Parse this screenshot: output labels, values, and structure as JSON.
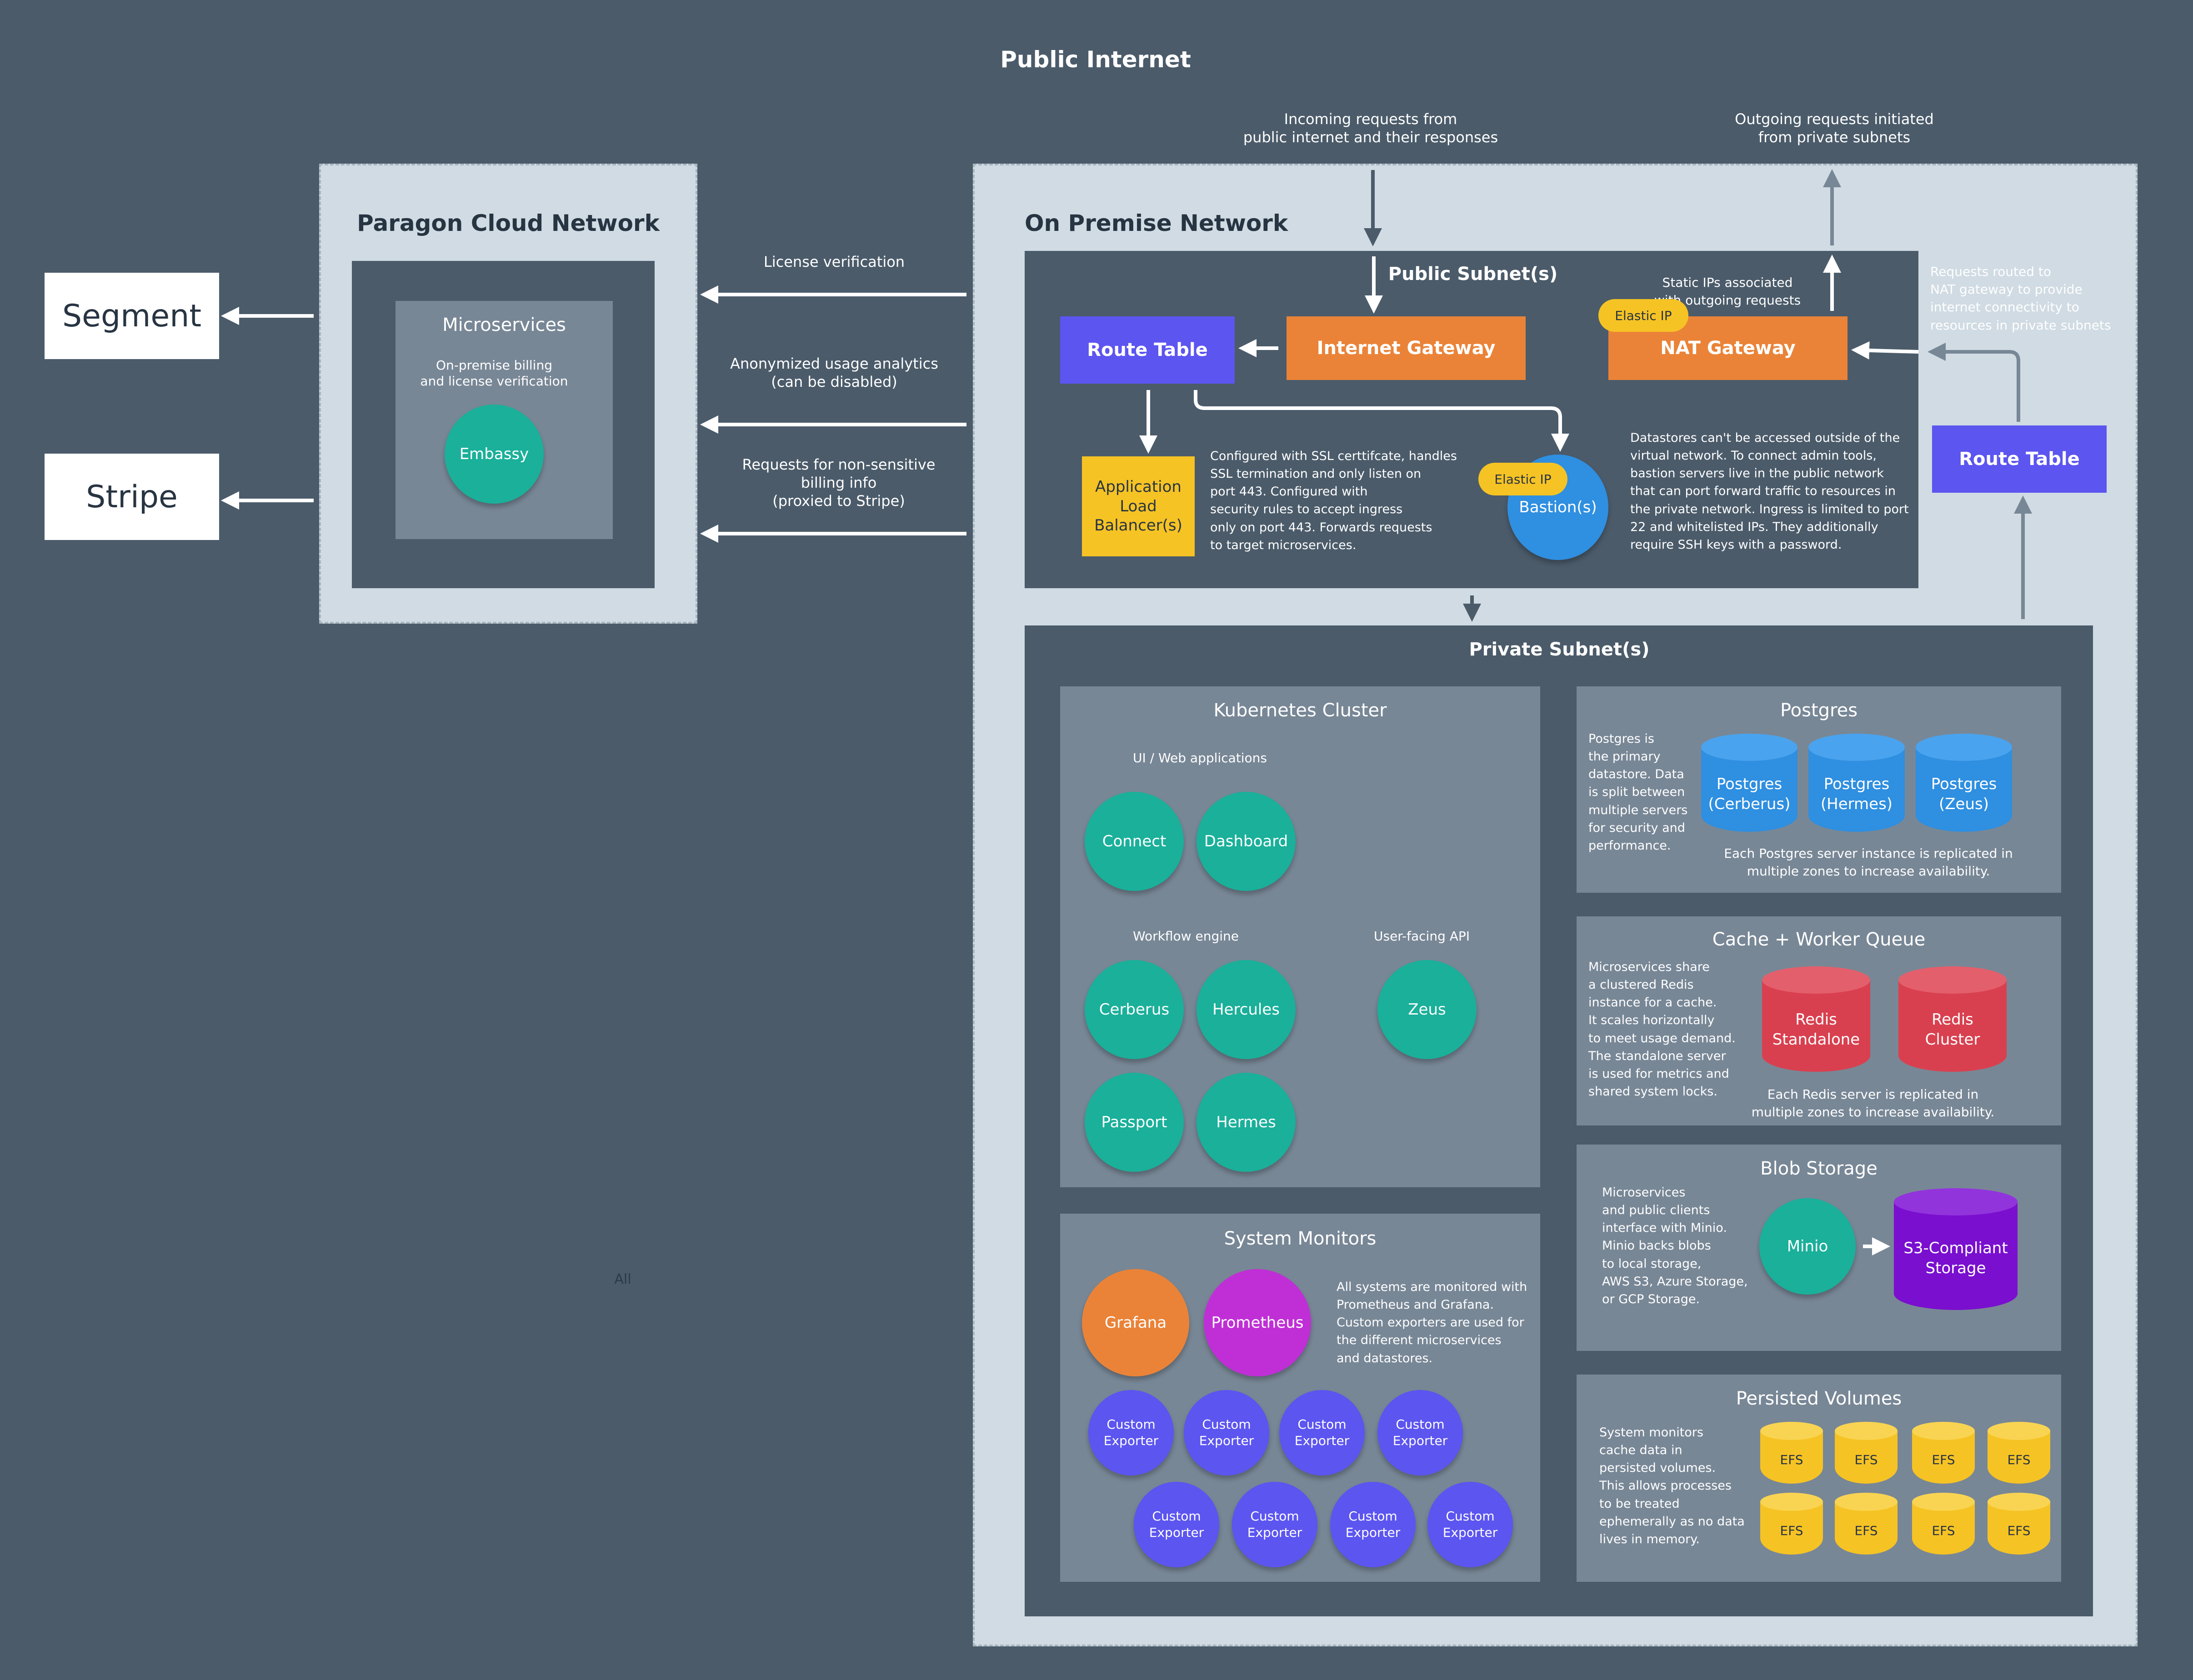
{
  "title": "Public Internet",
  "external": {
    "segment": "Segment",
    "stripe": "Stripe"
  },
  "paragon": {
    "title": "Paragon Cloud Network",
    "microservices_title": "Microservices",
    "microservices_desc": "On-premise billing\nand license verification",
    "embassy": "Embassy"
  },
  "flows": {
    "license": "License verification",
    "analytics": "Anonymized usage analytics\n(can be disabled)",
    "billing": "Requests for non-sensitive\nbilling info\n(proxied to Stripe)"
  },
  "top_notes": {
    "incoming": "Incoming requests from\npublic internet and their responses",
    "outgoing": "Outgoing requests initiated\nfrom private subnets"
  },
  "onprem": {
    "title": "On Premise Network",
    "route_note": "Requests routed to\nNAT gateway to provide\ninternet connectivity to\nresources in private subnets",
    "route_table_right": "Route Table"
  },
  "public_subnet": {
    "title": "Public Subnet(s)",
    "route_table": "Route Table",
    "internet_gateway": "Internet Gateway",
    "nat_gateway": "NAT Gateway",
    "static_ip_note": "Static IPs associated\nwith outgoing requests",
    "elastic_ip": "Elastic IP",
    "alb": "Application\nLoad\nBalancer(s)",
    "alb_desc": "Configured with SSL certtifcate, handles\nSSL termination and only listen on\nport 443. Configured with\nsecurity rules to accept ingress\nonly on port 443. Forwards requests\nto target microservices.",
    "bastion": "Bastion(s)",
    "bastion_elastic_ip": "Elastic IP",
    "datastore_note": "Datastores can't be accessed outside of the\nvirtual network. To connect admin tools,\nbastion servers live in the public network\nthat can port forward traffic to resources in\nthe private network. Ingress is limited to port\n22 and whitelisted IPs. They additionally\nrequire SSH keys with a password."
  },
  "private_subnet": {
    "title": "Private Subnet(s)",
    "k8s": {
      "title": "Kubernetes Cluster",
      "ui_label": "UI / Web applications",
      "workflow_label": "Workflow engine",
      "api_label": "User-facing API",
      "connect": "Connect",
      "dashboard": "Dashboard",
      "cerberus": "Cerberus",
      "hercules": "Hercules",
      "zeus": "Zeus",
      "passport": "Passport",
      "hermes": "Hermes"
    },
    "monitors": {
      "title": "System Monitors",
      "grafana": "Grafana",
      "prometheus": "Prometheus",
      "desc": "All systems are monitored with\nPrometheus and Grafana.\nCustom exporters are used for\nthe different microservices\nand datastores.",
      "exporter": "Custom\nExporter"
    },
    "postgres": {
      "title": "Postgres",
      "desc": "Postgres is\nthe primary\ndatastore. Data\nis split between\nmultiple servers\nfor security and\nperformance.",
      "db1": "Postgres\n(Cerberus)",
      "db2": "Postgres\n(Hermes)",
      "db3": "Postgres\n(Zeus)",
      "note": "Each  Postgres server instance is replicated in\nmultiple zones to increase availability."
    },
    "cache": {
      "title": "Cache + Worker Queue",
      "desc": "Microservices share\na clustered Redis\ninstance for a cache.\nIt scales horizontally\nto meet usage demand.\nThe standalone server\nis used for metrics and\nshared system locks.",
      "redis1": "Redis\nStandalone",
      "redis2": "Redis\nCluster",
      "note": "Each  Redis server  is replicated in\nmultiple zones to increase availability."
    },
    "blob": {
      "title": "Blob Storage",
      "desc": "Microservices\nand public clients\ninterface with Minio.\nMinio backs blobs\nto local storage,\nAWS S3, Azure Storage,\nor GCP Storage.",
      "minio": "Minio",
      "s3": "S3-Compliant\nStorage"
    },
    "volumes": {
      "title": "Persisted Volumes",
      "desc": "System monitors\ncache data in\npersisted volumes.\nThis allows processes\nto be treated\nephemerally as no data\nlives in memory.",
      "efs": "EFS"
    }
  },
  "stray_label": "All",
  "colors": {
    "background": "#4b5b6a",
    "light_panel": "#d0dbe3",
    "grey_panel": "#788796",
    "teal": "#1ab09a",
    "purple": "#5c55f0",
    "orange": "#ea8338",
    "yellow": "#f6c324",
    "blue": "#2f8fe0",
    "red": "#d9404f",
    "magenta": "#c02fd6",
    "violet": "#7a0fcf"
  }
}
